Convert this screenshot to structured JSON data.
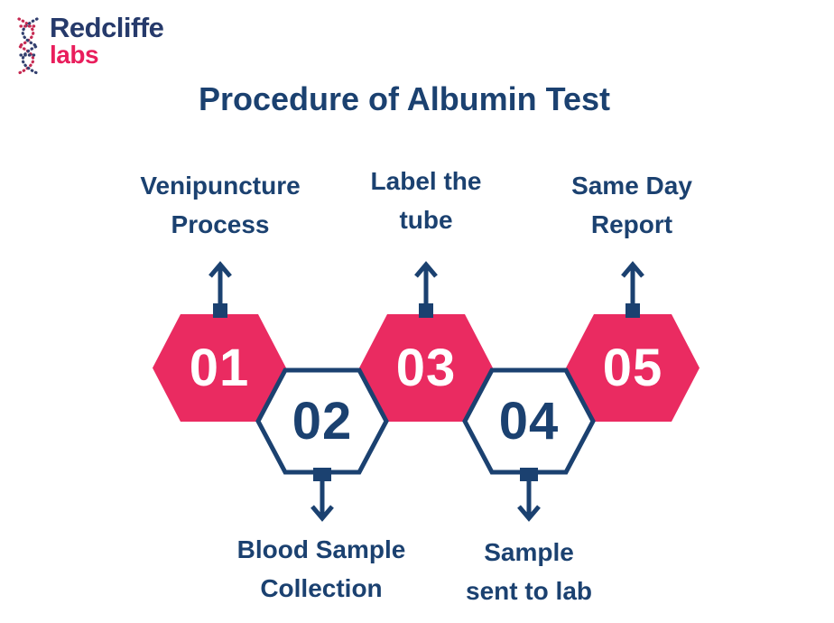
{
  "brand": {
    "name_line1": "Redcliffe",
    "name_line2": "labs"
  },
  "title": "Procedure of Albumin Test",
  "colors": {
    "navy": "#1B4170",
    "pink": "#EA2B61",
    "logo-navy": "#263A6B",
    "logo-pink": "#E91E5C",
    "dna-red": "#C62A52",
    "dna-blue": "#33406F"
  },
  "steps": [
    {
      "number": "01",
      "label": "Venipuncture Process",
      "label_lines": [
        "Venipuncture",
        "Process"
      ],
      "style": "solid-pink",
      "label_position": "above",
      "arrow": "up"
    },
    {
      "number": "02",
      "label": "Blood Sample Collection",
      "label_lines": [
        "Blood Sample",
        "Collection"
      ],
      "style": "outline",
      "label_position": "below",
      "arrow": "down"
    },
    {
      "number": "03",
      "label": "Label the tube",
      "label_lines": [
        "Label the",
        "tube"
      ],
      "style": "solid-pink",
      "label_position": "above",
      "arrow": "up"
    },
    {
      "number": "04",
      "label": "Sample sent to lab",
      "label_lines": [
        "Sample",
        "sent to lab"
      ],
      "style": "outline",
      "label_position": "below",
      "arrow": "down"
    },
    {
      "number": "05",
      "label": "Same Day Report",
      "label_lines": [
        "Same Day",
        "Report"
      ],
      "style": "solid-pink",
      "label_position": "above",
      "arrow": "up"
    }
  ]
}
